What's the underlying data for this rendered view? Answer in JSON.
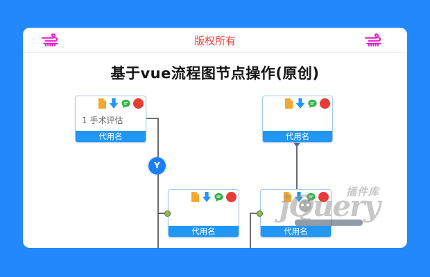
{
  "colors": {
    "page_background": "#2288fb",
    "accent_blue": "#2196f3",
    "condition_blue": "#1b7ff2",
    "copyright_red": "#f5413d",
    "wind_magenta": "#e619c9",
    "node_border": "#a6c9ee",
    "connector_line": "#444444",
    "endpoint_green": "#8bc34a",
    "file_icon_orange": "#f3a72e",
    "comment_icon_green": "#2fb344",
    "delete_icon_red": "#e63c35"
  },
  "header": {
    "copyright": "版权所有"
  },
  "title": "基于vue流程图节点操作(原创)",
  "flowchart": {
    "condition_label": "Y",
    "node_icons": [
      "file-icon",
      "download-arrow-icon",
      "comment-icon",
      "record-dot-icon"
    ],
    "nodes": [
      {
        "body": "1 手术评估",
        "footer": "代用名"
      },
      {
        "body": "",
        "footer": "代用名"
      },
      {
        "body": "",
        "footer": "代用名"
      },
      {
        "body": "",
        "footer": "代用名"
      }
    ]
  },
  "watermark": {
    "brand": "jQuery",
    "label": "插件库"
  }
}
